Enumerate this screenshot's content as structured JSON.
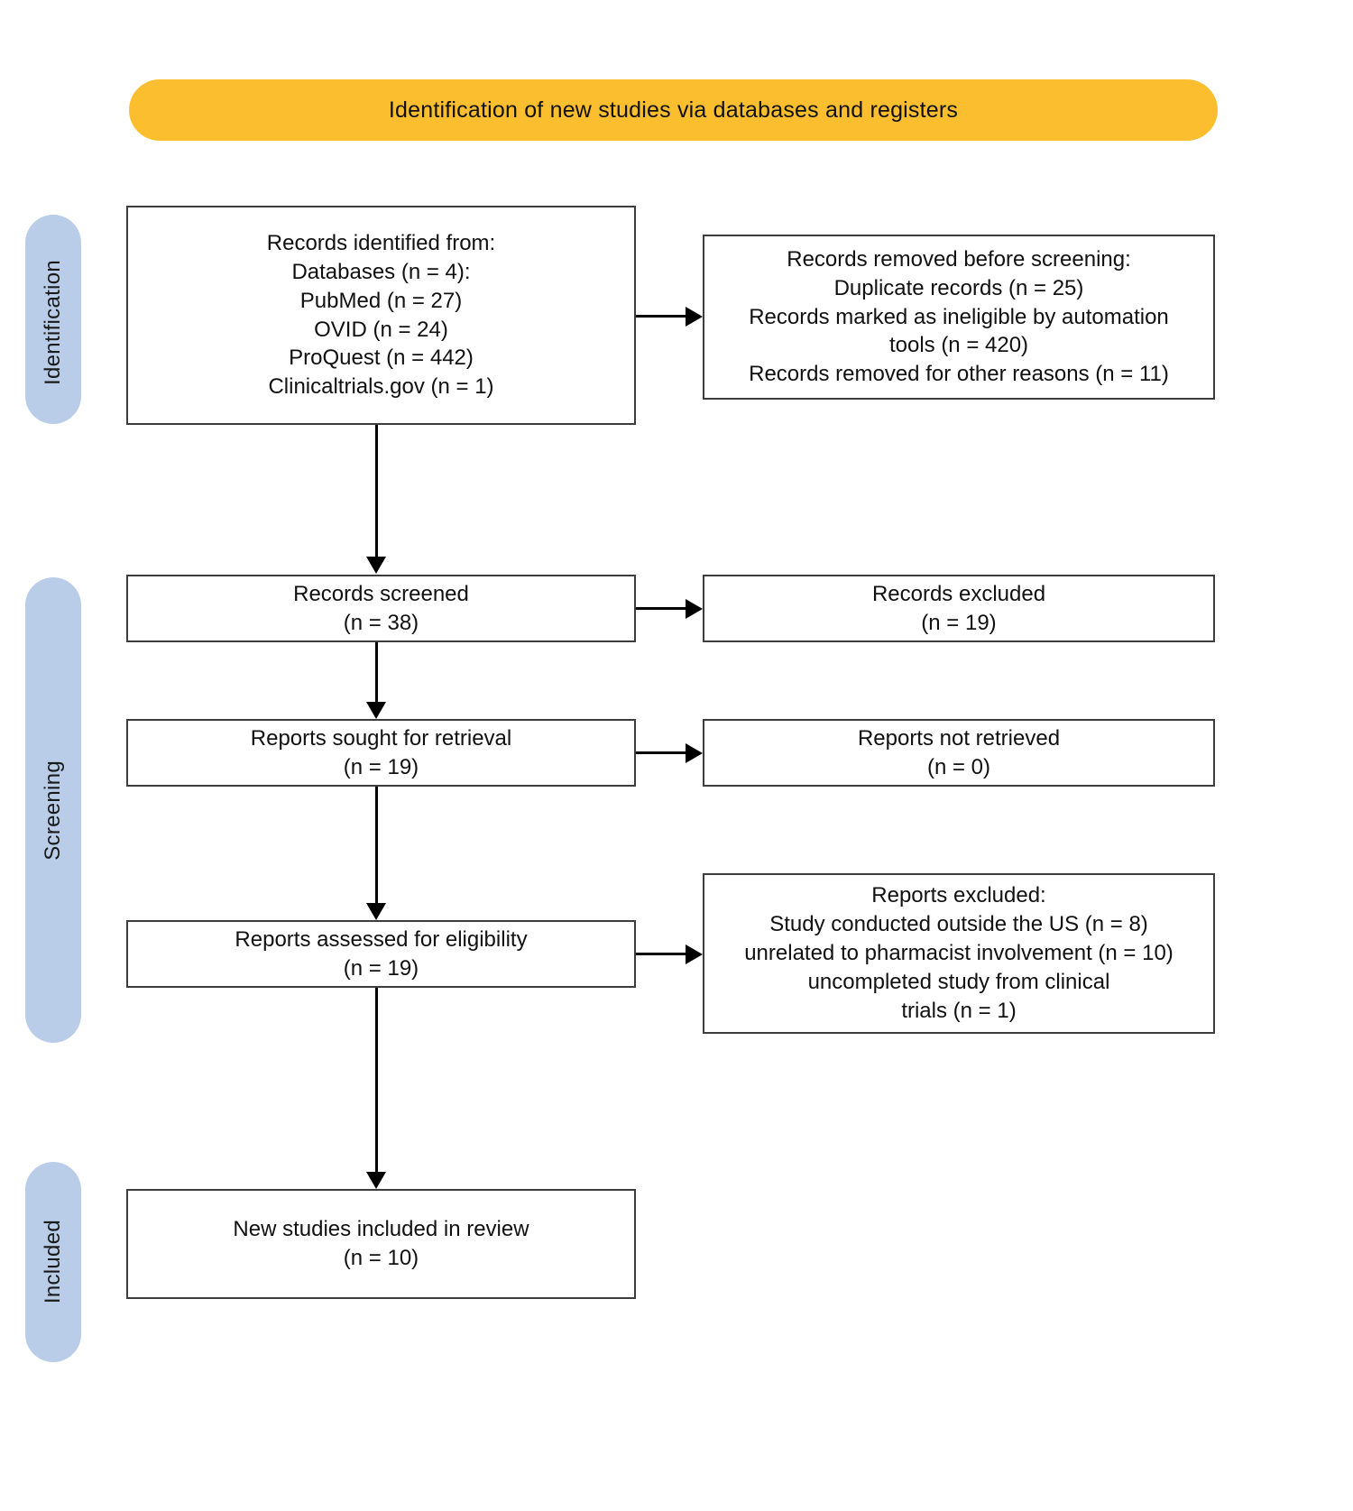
{
  "banner": {
    "title": "Identification of new studies via databases and registers"
  },
  "stages": [
    {
      "id": "identification",
      "label": "Identification"
    },
    {
      "id": "screening",
      "label": "Screening"
    },
    {
      "id": "included",
      "label": "Included"
    }
  ],
  "boxes": {
    "identified": {
      "lines": [
        "Records identified from:",
        "Databases (n = 4):",
        "PubMed (n = 27)",
        "OVID (n = 24)",
        "ProQuest (n = 442)",
        "Clinicaltrials.gov (n = 1)"
      ]
    },
    "removed": {
      "lines": [
        "Records removed before screening:",
        "Duplicate records (n = 25)",
        "Records marked as ineligible by automation",
        "tools (n = 420)",
        "Records removed for other reasons  (n = 11)"
      ]
    },
    "screened": {
      "lines": [
        "Records screened",
        "(n = 38)"
      ]
    },
    "excluded": {
      "lines": [
        "Records excluded",
        "(n = 19)"
      ]
    },
    "sought": {
      "lines": [
        "Reports sought for retrieval",
        "(n = 19)"
      ]
    },
    "not_retrieved": {
      "lines": [
        "Reports not retrieved",
        "(n = 0)"
      ]
    },
    "assessed": {
      "lines": [
        "Reports assessed for eligibility",
        "(n = 19)"
      ]
    },
    "reports_excluded": {
      "lines": [
        "Reports excluded:",
        "Study conducted outside the US (n = 8)",
        "unrelated to pharmacist involvement (n = 10)",
        "uncompleted study from clinical",
        "trials (n = 1)"
      ]
    },
    "included": {
      "lines": [
        "New studies included in review",
        "(n = 10)"
      ]
    }
  },
  "colors": {
    "banner_fill": "#FBBE2E",
    "stage_fill": "#B9CDE8",
    "box_border": "#3D3D3D",
    "connector": "#000000",
    "page_background": "#FFFFFF"
  }
}
